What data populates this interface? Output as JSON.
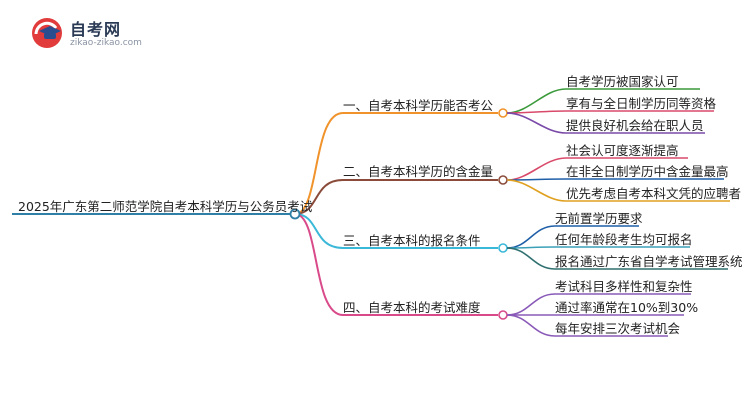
{
  "logo": {
    "title": "自考网",
    "subtitle": "zikao-zikao.com",
    "icon": "graduation-cap-icon"
  },
  "root": {
    "label": "2025年广东第二师范学院自考本科学历与公务员考试",
    "color": "#2f7fa6"
  },
  "branches": [
    {
      "label": "一、自考本科学历能否考公",
      "color": "#f0932b",
      "children": [
        "自考学历被国家认可",
        "享有与全日制学历同等资格",
        "提供良好机会给在职人员"
      ],
      "child_colors": [
        "#3a9a3a",
        "#d94a6a",
        "#7a4aa8"
      ]
    },
    {
      "label": "二、自考本科学历的含金量",
      "color": "#8a4b3a",
      "children": [
        "社会认可度逐渐提高",
        "在非全日制学历中含金量最高",
        "优先考虑自考本科文凭的应聘者"
      ],
      "child_colors": [
        "#d94a6a",
        "#1f5fa8",
        "#e0a020"
      ]
    },
    {
      "label": "三、自考本科的报名条件",
      "color": "#3ab8d8",
      "children": [
        "无前置学历要求",
        "任何年龄段考生均可报名",
        "报名通过广东省自学考试管理系统"
      ],
      "child_colors": [
        "#1f5fa8",
        "#3aa0b8",
        "#2f6f6f"
      ]
    },
    {
      "label": "四、自考本科的考试难度",
      "color": "#d94a8a",
      "children": [
        "考试科目多样性和复杂性",
        "通过率通常在10%到30%",
        "每年安排三次考试机会"
      ],
      "child_colors": [
        "#8a5ab8",
        "#8a5ab8",
        "#8a5ab8"
      ]
    }
  ]
}
